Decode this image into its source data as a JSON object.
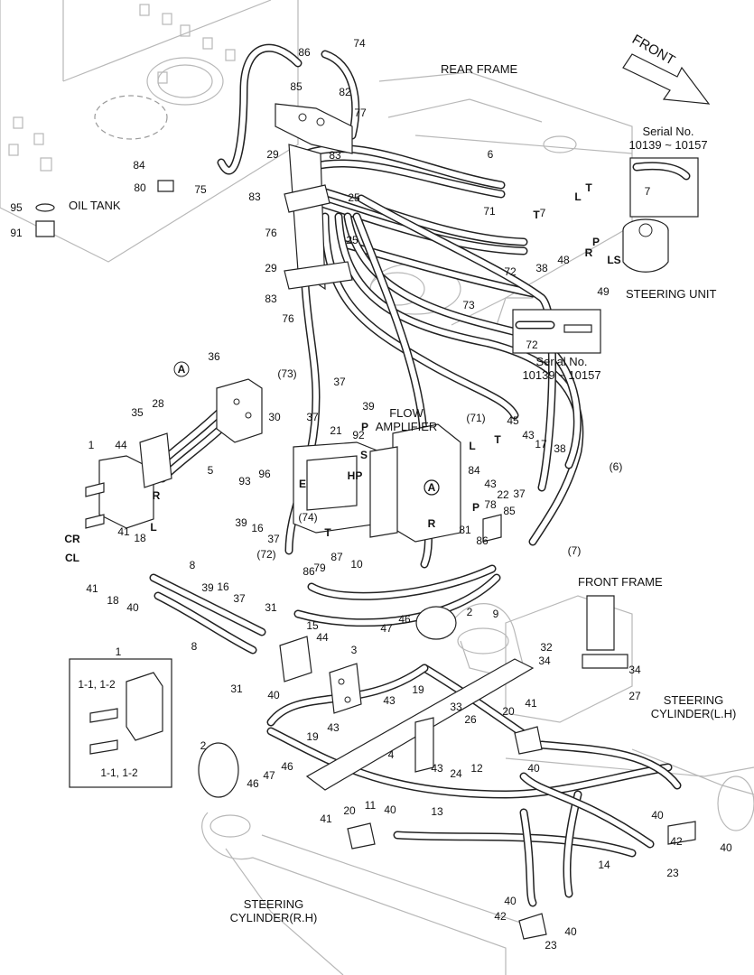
{
  "labels": {
    "rear_frame": "REAR FRAME",
    "front": "FRONT",
    "oil_tank": "OIL TANK",
    "serial_top": "Serial No.\n10139 ~ 10157",
    "serial_mid": "Serial No.\n10139 ~ 10157",
    "steering_unit": "STEERING UNIT",
    "flow_amplifier": "FLOW\nAMPLIFIER",
    "front_frame": "FRONT FRAME",
    "cyl_lh": "STEERING\nCYLINDER(L.H)",
    "cyl_rh": "STEERING\nCYLINDER(R.H)"
  },
  "port_letters": [
    "T",
    "L",
    "T",
    "P",
    "R",
    "LS",
    "P",
    "S",
    "HP",
    "E",
    "T",
    "L",
    "T",
    "P",
    "R",
    "A",
    "A",
    "CR",
    "CL",
    "R",
    "L"
  ],
  "callouts": [
    "74",
    "86",
    "85",
    "82",
    "77",
    "84",
    "80",
    "95",
    "91",
    "75",
    "29",
    "83",
    "76",
    "83",
    "25",
    "6",
    "71",
    "7",
    "25",
    "29",
    "83",
    "76",
    "73",
    "72",
    "38",
    "48",
    "49",
    "7",
    "72",
    "36",
    "28",
    "35",
    "30",
    "5",
    "1",
    "44",
    "93",
    "96",
    "(73)",
    "37",
    "39",
    "92",
    "21",
    "37",
    "(71)",
    "45",
    "43",
    "17",
    "38",
    "(6)",
    "43",
    "22",
    "37",
    "84",
    "78",
    "85",
    "81",
    "86",
    "(7)",
    "(74)",
    "79",
    "87",
    "86",
    "(72)",
    "39",
    "16",
    "37",
    "41",
    "18",
    "41",
    "18",
    "40",
    "8",
    "39",
    "16",
    "37",
    "10",
    "9",
    "8",
    "31",
    "15",
    "31",
    "44",
    "3",
    "47",
    "46",
    "2",
    "32",
    "34",
    "34",
    "27",
    "40",
    "43",
    "19",
    "43",
    "19",
    "33",
    "26",
    "43",
    "24",
    "41",
    "20",
    "40",
    "12",
    "2",
    "46",
    "47",
    "46",
    "4",
    "11",
    "20",
    "40",
    "13",
    "41",
    "14",
    "40",
    "23",
    "42",
    "40",
    "40",
    "42",
    "23",
    "40",
    "1",
    "1-1, 1-2",
    "1-1, 1-2"
  ]
}
